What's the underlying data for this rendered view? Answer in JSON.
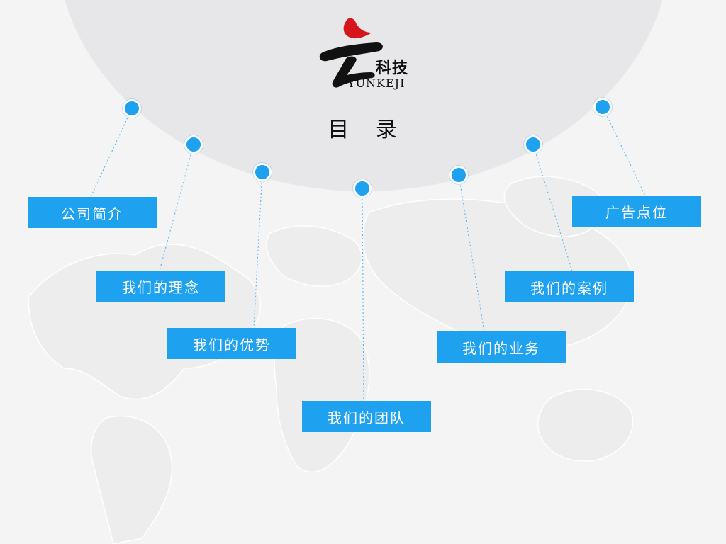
{
  "logo": {
    "brand_cn": "科技",
    "brand_en": "YUNKEJI",
    "mark_color": "#111111",
    "accent_color": "#d5161c"
  },
  "toc": {
    "title": "目 录",
    "items": [
      {
        "label": "公司简介"
      },
      {
        "label": "我们的理念"
      },
      {
        "label": "我们的优势"
      },
      {
        "label": "我们的团队"
      },
      {
        "label": "我们的业务"
      },
      {
        "label": "我们的案例"
      },
      {
        "label": "广告点位"
      }
    ]
  },
  "colors": {
    "accent": "#1ea1ee",
    "background": "#f4f4f4",
    "dome": "#e7e7e9"
  }
}
